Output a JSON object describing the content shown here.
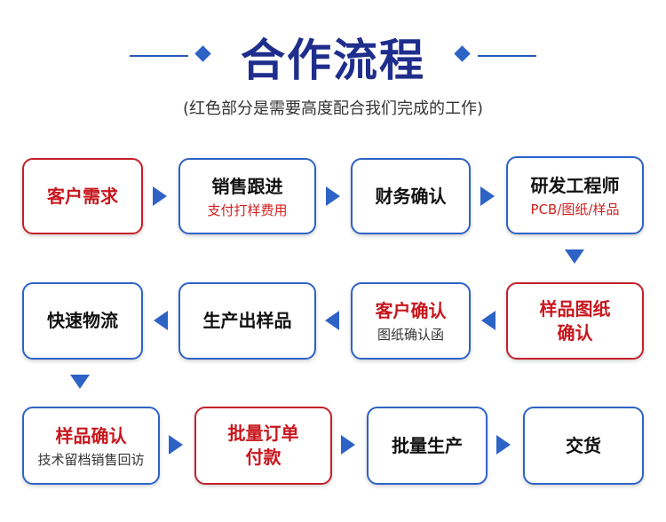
{
  "title": "合作流程",
  "subtitle": "(红色部分是需要高度配合我们完成的工作)",
  "colors": {
    "accent": "#2e63c6",
    "highlight": "#c52029",
    "title": "#1f2e8c"
  },
  "steps": [
    {
      "main": "客户需求",
      "sub": ""
    },
    {
      "main": "销售跟进",
      "sub": "支付打样费用"
    },
    {
      "main": "财务确认",
      "sub": ""
    },
    {
      "main": "研发工程师",
      "sub": "PCB/图纸/样品"
    },
    {
      "main": "样品图纸\n确认",
      "sub": ""
    },
    {
      "main": "客户确认",
      "sub": "图纸确认函"
    },
    {
      "main": "生产出样品",
      "sub": ""
    },
    {
      "main": "快速物流",
      "sub": ""
    },
    {
      "main": "样品确认",
      "sub": "技术留档销售回访"
    },
    {
      "main": "批量订单\n付款",
      "sub": ""
    },
    {
      "main": "批量生产",
      "sub": ""
    },
    {
      "main": "交货",
      "sub": ""
    }
  ]
}
